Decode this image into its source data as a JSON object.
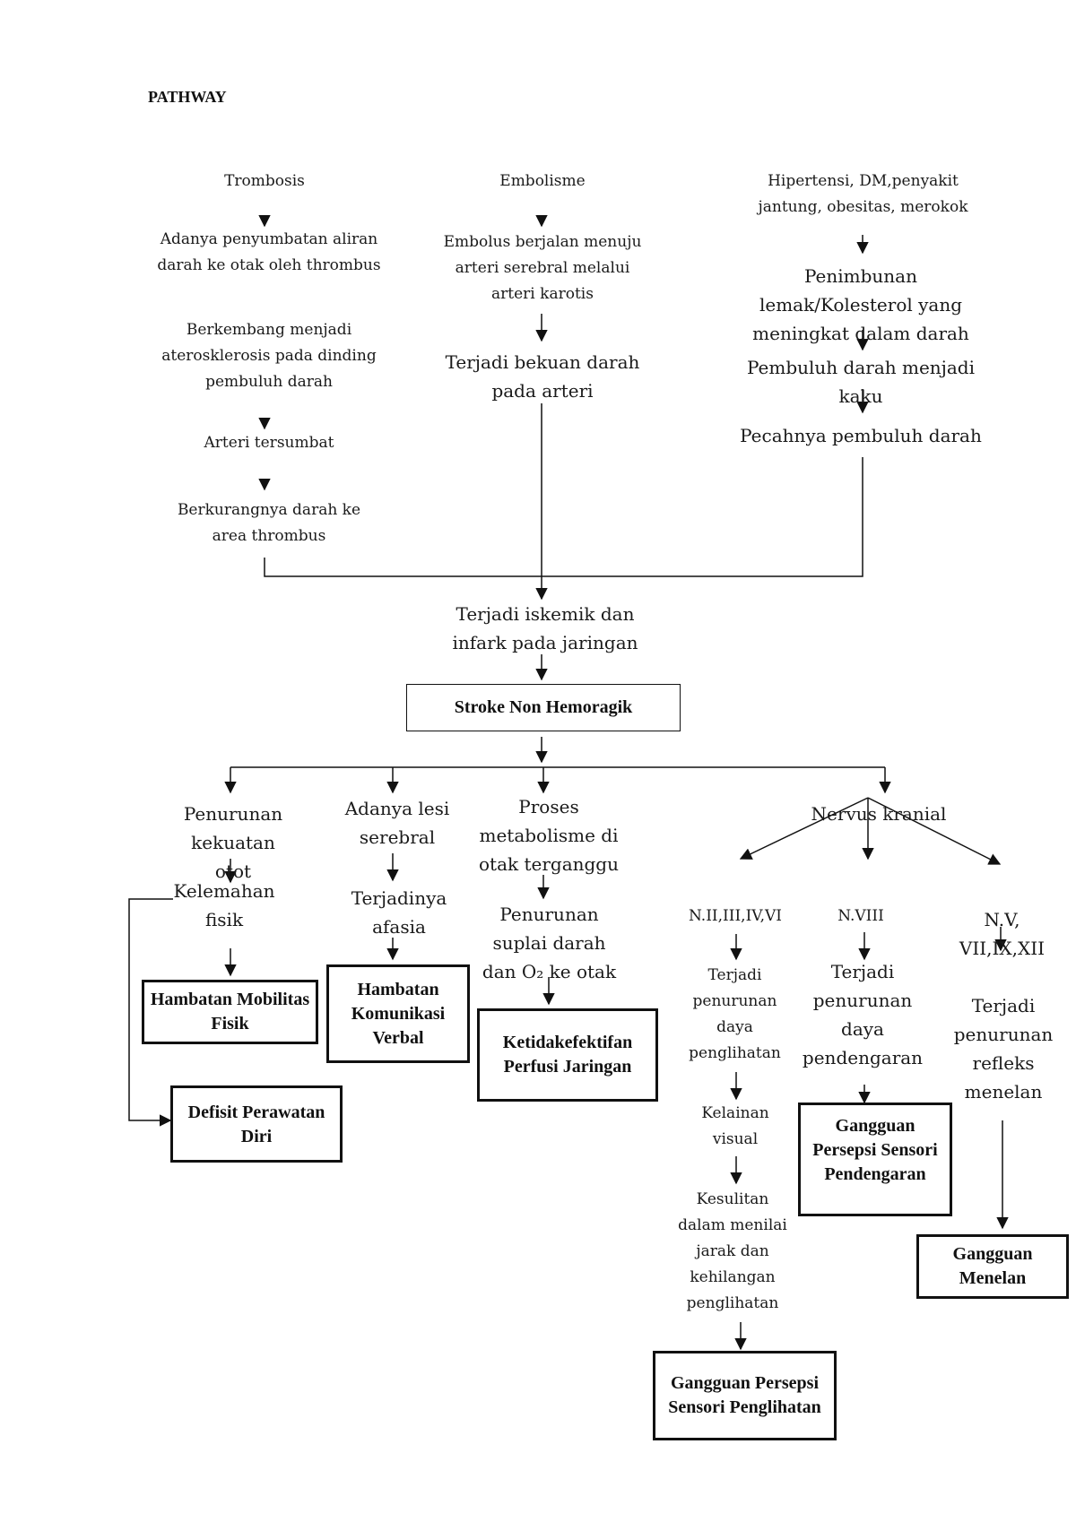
{
  "title": "PATHWAY",
  "causes": {
    "trombosis": "Trombosis",
    "embolisme": "Embolisme",
    "hipertensi": "Hipertensi, DM,penyakit jantung, obesitas, merokok"
  },
  "trombosis_chain": [
    "Adanya penyumbatan aliran darah ke otak oleh thrombus",
    "Berkembang menjadi aterosklerosis pada dinding pembuluh darah",
    "Arteri tersumbat",
    "Berkurangnya darah ke area thrombus"
  ],
  "embolisme_chain": [
    "Embolus berjalan menuju arteri serebral melalui arteri karotis",
    "Terjadi bekuan darah pada arteri"
  ],
  "hipertensi_chain": [
    "Penimbunan lemak/Kolesterol yang meningkat dalam darah",
    "Pembuluh darah menjadi kaku",
    "Pecahnya pembuluh darah"
  ],
  "iskemik": "Terjadi iskemik dan infark pada jaringan",
  "stroke": "Stroke Non Hemoragik",
  "branches": {
    "otot": "Penurunan kekuatan otot",
    "lesi": "Adanya lesi serebral",
    "metabolisme": "Proses metabolisme di otak terganggu",
    "nervus": "Nervus kranial"
  },
  "otot_chain": {
    "kelemahan": "Kelemahan fisik",
    "dx_mobilitas": "Hambatan Mobilitas Fisik",
    "dx_perawatan": "Defisit Perawatan Diri"
  },
  "lesi_chain": {
    "afasia": "Terjadinya afasia",
    "dx_komunikasi": "Hambatan Komunikasi Verbal"
  },
  "metabolisme_chain": {
    "suplai": "Penurunan suplai darah dan O₂ ke otak",
    "dx_perfusi": "Ketidakefektifan Perfusi Jaringan"
  },
  "nervus_chain": {
    "n2": "N.II,III,IV,VI",
    "n2_effect": "Terjadi penurunan daya penglihatan",
    "n2_visual": "Kelainan visual",
    "n2_jarak": "Kesulitan dalam menilai jarak dan kehilangan penglihatan",
    "dx_penglihatan": "Gangguan Persepsi Sensori Penglihatan",
    "n8": "N.VIII",
    "n8_effect": "Terjadi penurunan daya pendengaran",
    "dx_pendengaran": "Gangguan Persepsi Sensori Pendengaran",
    "n5": "N.V, VII,IX,XII",
    "n5_effect": "Terjadi penurunan refleks menelan",
    "dx_menelan": "Gangguan Menelan"
  }
}
